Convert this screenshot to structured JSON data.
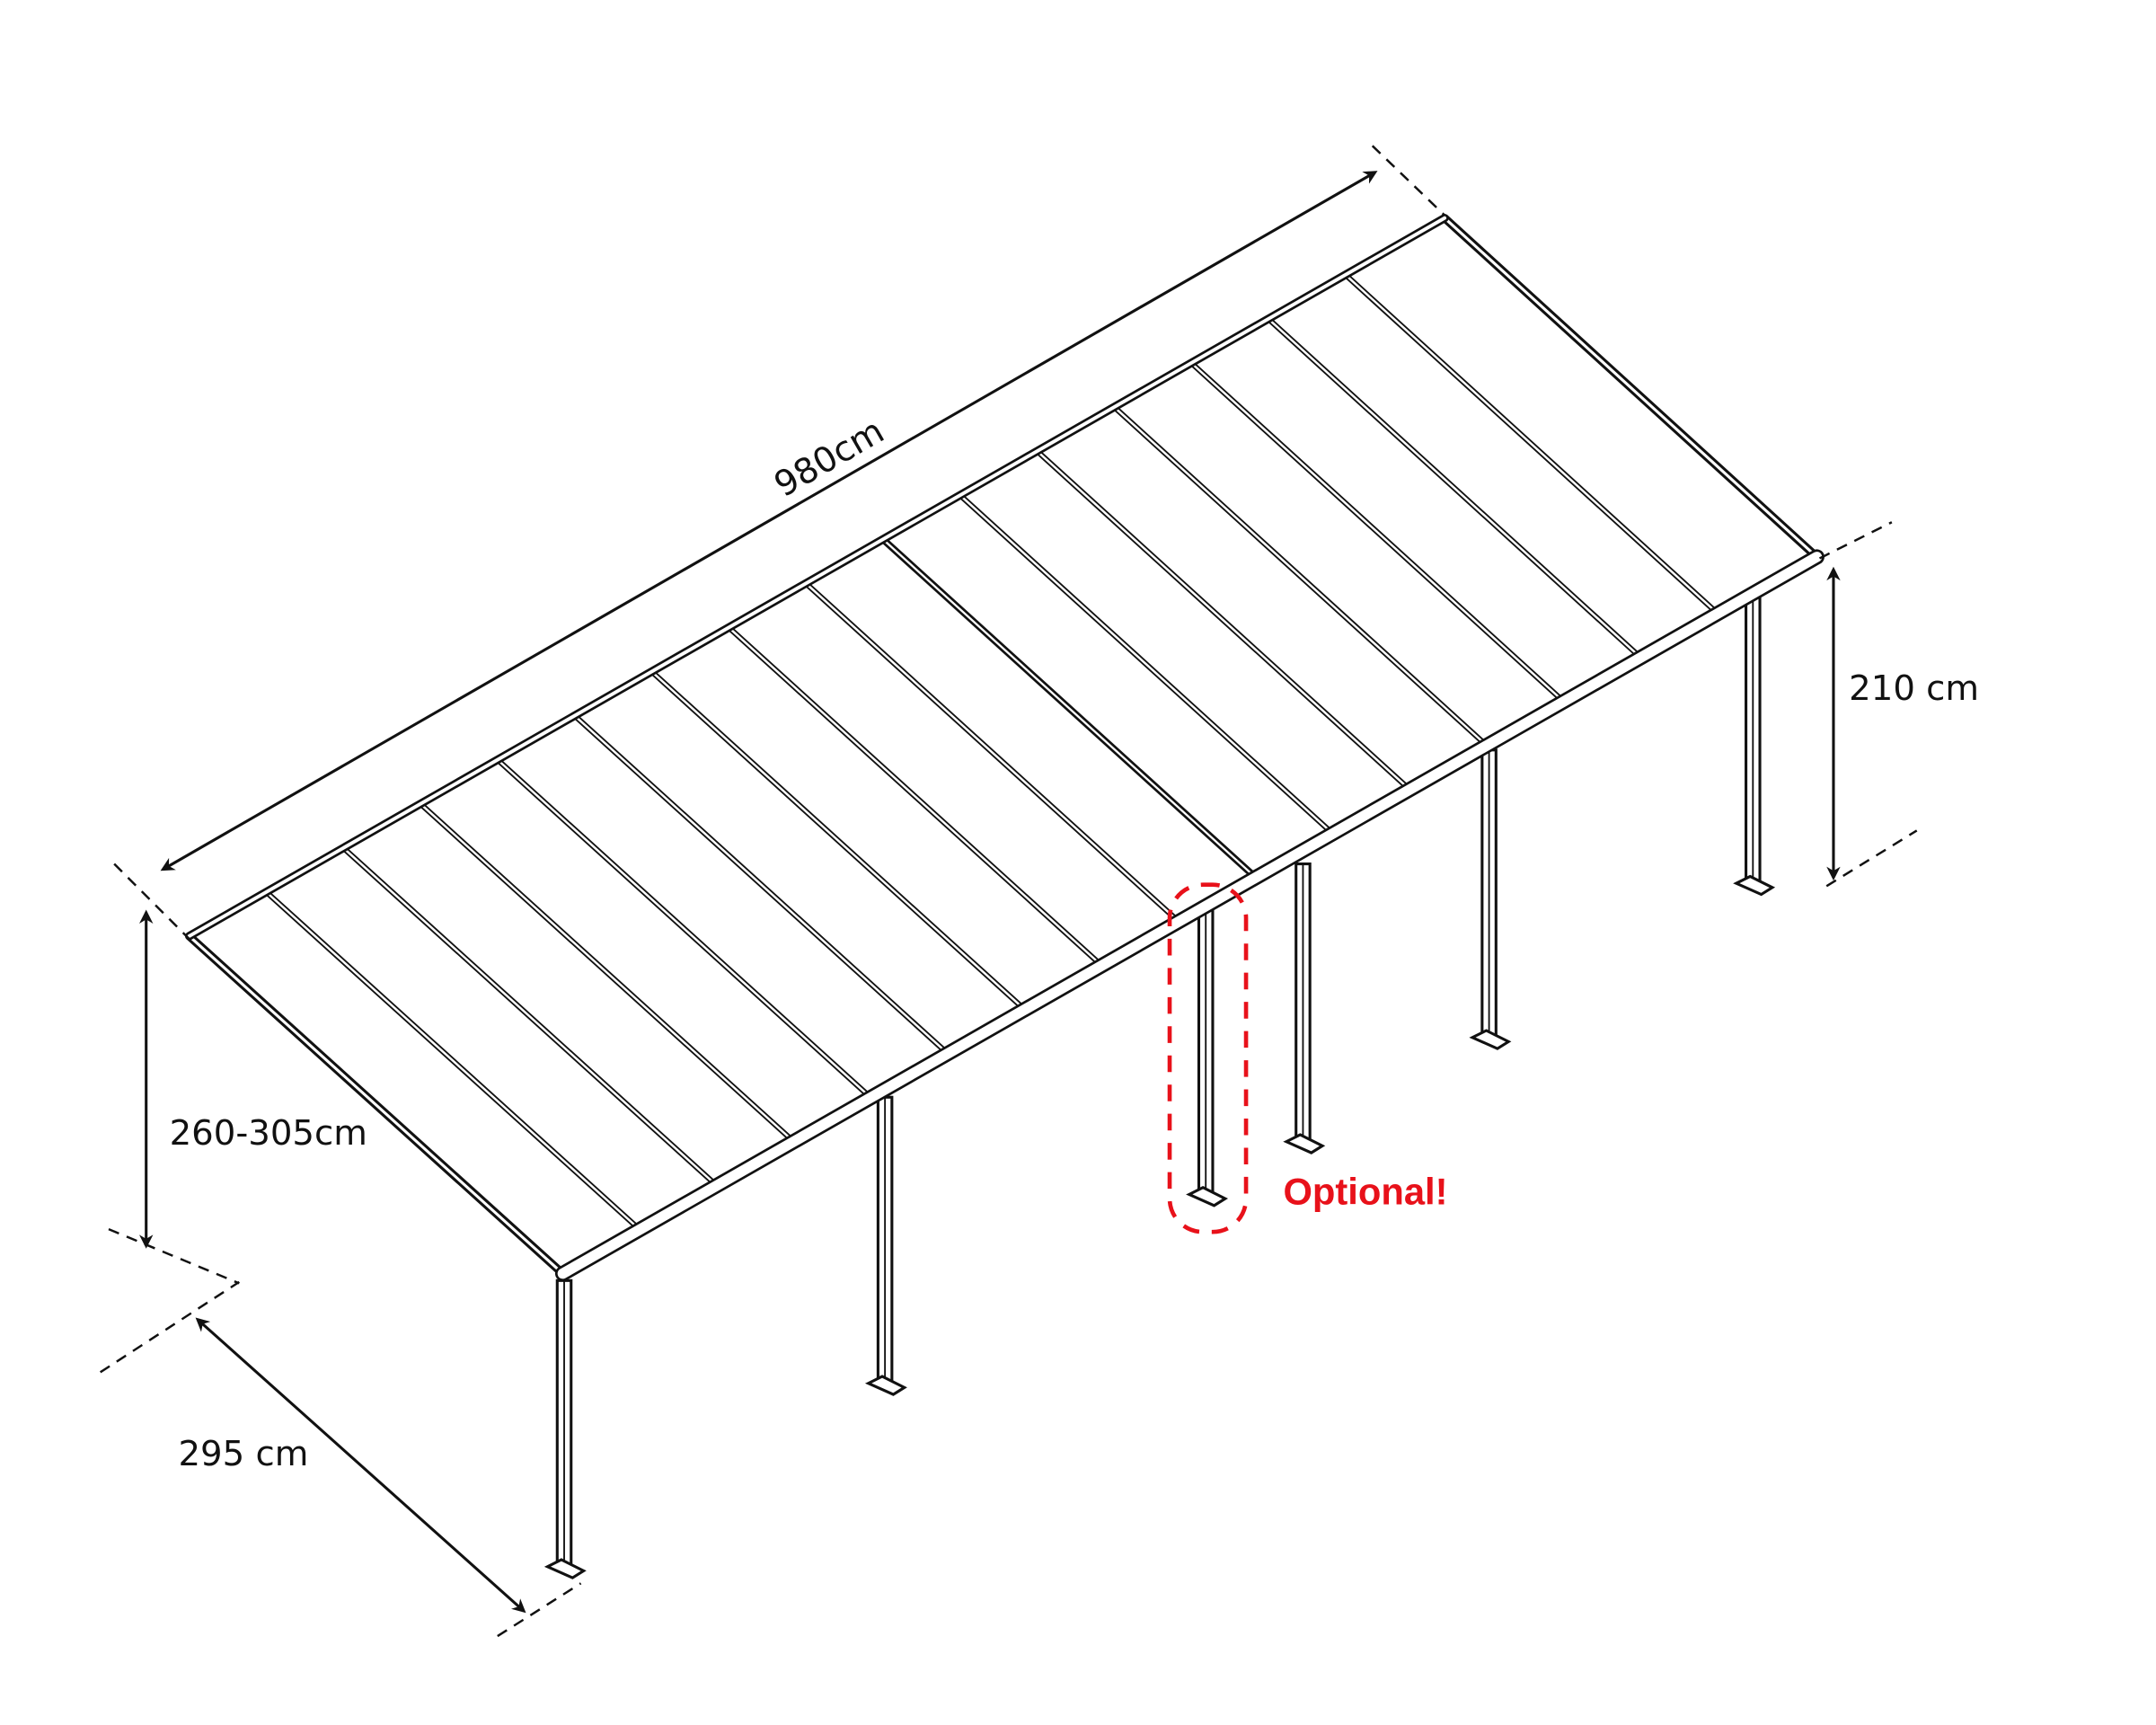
{
  "dimensions": {
    "length": "980cm",
    "front_height": "210 cm",
    "back_height": "260-305cm",
    "depth": "295 cm"
  },
  "annotation": {
    "optional_label": "Optional!",
    "color": "#e8111a"
  },
  "structure": {
    "rafter_count": 15,
    "post_count": 6,
    "optional_post_count": 1
  }
}
